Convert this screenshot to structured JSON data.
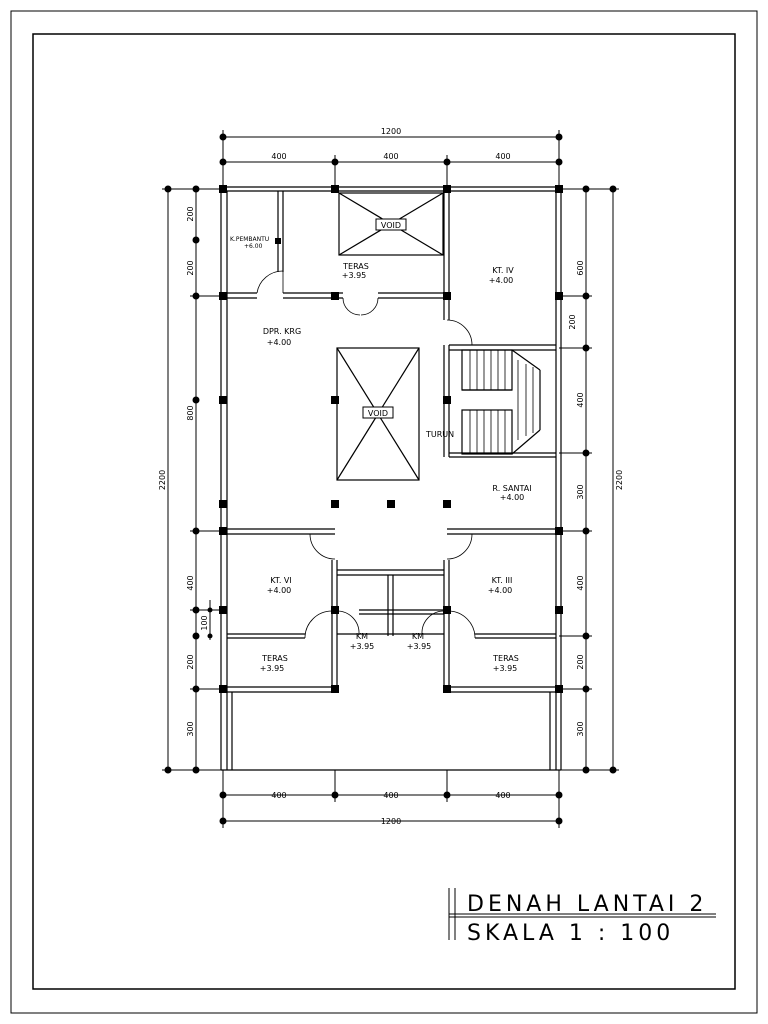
{
  "drawing": {
    "title": "DENAH LANTAI 2",
    "scale": "SKALA 1 : 100"
  },
  "rooms": {
    "k_pembantu": {
      "name": "K.PEMBANTU",
      "elev": "+6.00"
    },
    "teras_top": {
      "name": "TERAS",
      "elev": "+3.95"
    },
    "kt_iv": {
      "name": "KT. IV",
      "elev": "+4.00"
    },
    "dpr_krg": {
      "name": "DPR. KRG",
      "elev": "+4.00"
    },
    "r_santai": {
      "name": "R. SANTAI",
      "elev": "+4.00"
    },
    "kt_vi": {
      "name": "KT. VI",
      "elev": "+4.00"
    },
    "kt_iii": {
      "name": "KT. III",
      "elev": "+4.00"
    },
    "km_left": {
      "name": "KM",
      "elev": "+3.95"
    },
    "km_right": {
      "name": "KM",
      "elev": "+3.95"
    },
    "teras_bl": {
      "name": "TERAS",
      "elev": "+3.95"
    },
    "teras_br": {
      "name": "TERAS",
      "elev": "+3.95"
    }
  },
  "labels": {
    "void": "VOID",
    "turun": "TURUN"
  },
  "dimensions": {
    "top_total": "1200",
    "top_segments": [
      "400",
      "400",
      "400"
    ],
    "bottom_total": "1200",
    "bottom_segments": [
      "400",
      "400",
      "400"
    ],
    "left_total": "2200",
    "left_segments": [
      "200",
      "200",
      "800",
      "400",
      "100",
      "200",
      "300"
    ],
    "right_total": "2200",
    "right_segments": [
      "600",
      "200",
      "400",
      "300",
      "400",
      "200",
      "300"
    ]
  }
}
